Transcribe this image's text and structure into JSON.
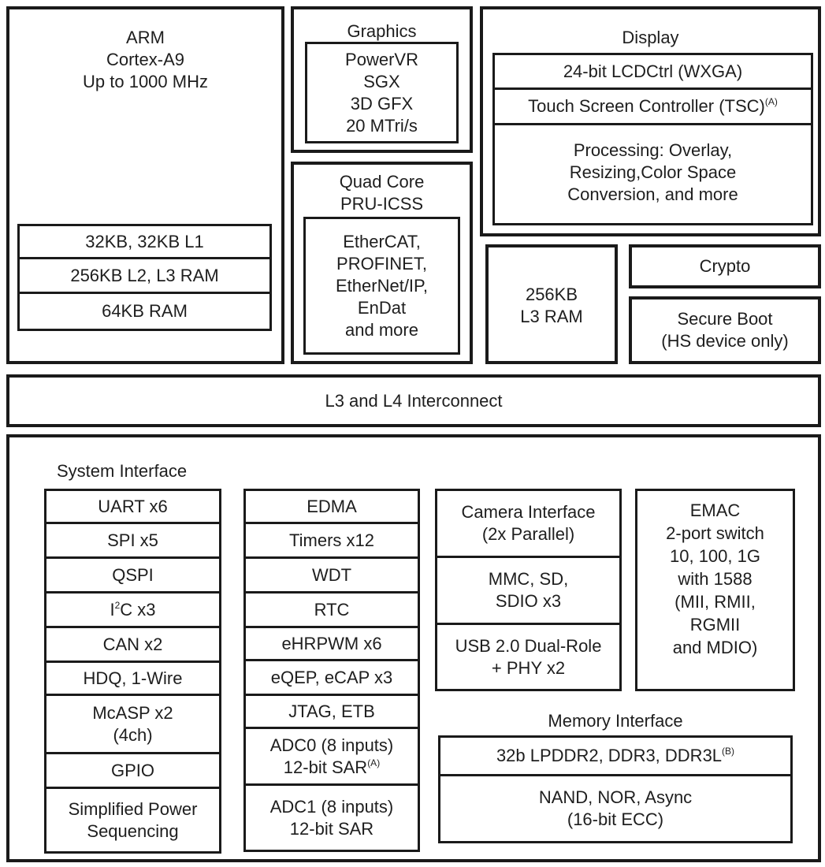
{
  "arm": {
    "title": "ARM\nCortex-A9\nUp to 1000 MHz",
    "l1": "32KB, 32KB L1",
    "l2": "256KB L2, L3 RAM",
    "ram": "64KB RAM"
  },
  "graphics": {
    "title": "Graphics",
    "inner": "PowerVR\nSGX\n3D GFX\n20 MTri/s"
  },
  "pru": {
    "title": "Quad Core\nPRU-ICSS",
    "inner": "EtherCAT,\nPROFINET,\nEtherNet/IP,\nEnDat\nand more"
  },
  "display": {
    "title": "Display",
    "lcd": "24-bit LCDCtrl (WXGA)",
    "tsc": "Touch Screen Controller (TSC)",
    "tsc_note": "(A)",
    "processing": "Processing: Overlay,\nResizing,Color Space\nConversion, and more"
  },
  "l3ram": "256KB\nL3 RAM",
  "crypto": "Crypto",
  "secure_boot": "Secure Boot\n(HS device only)",
  "interconnect": "L3 and L4 Interconnect",
  "system_interface": {
    "label": "System Interface",
    "col1": [
      "UART x6",
      "SPI x5",
      "QSPI",
      "I",
      "CAN x2",
      "HDQ, 1-Wire",
      "McASP x2\n(4ch)",
      "GPIO",
      "Simplified Power\nSequencing"
    ],
    "i2c_sup": "2",
    "i2c_rest": "C x3",
    "col2": [
      "EDMA",
      "Timers x12",
      "WDT",
      "RTC",
      "eHRPWM x6",
      "eQEP, eCAP x3",
      "JTAG, ETB",
      "ADC0 (8 inputs)",
      "ADC1 (8 inputs)\n12-bit SAR"
    ],
    "adc0_line2": "12-bit SAR",
    "adc0_note": "(A)",
    "col3": [
      "Camera Interface\n(2x Parallel)",
      "MMC, SD,\nSDIO x3",
      "USB 2.0 Dual-Role\n+ PHY x2"
    ],
    "emac": "EMAC\n2-port switch\n10, 100, 1G\nwith 1588\n(MII, RMII,\nRGMII\nand MDIO)"
  },
  "memory_interface": {
    "label": "Memory Interface",
    "ddr": "32b LPDDR2, DDR3, DDR3L",
    "ddr_note": "(B)",
    "nand": "NAND, NOR, Async\n(16-bit ECC)"
  }
}
